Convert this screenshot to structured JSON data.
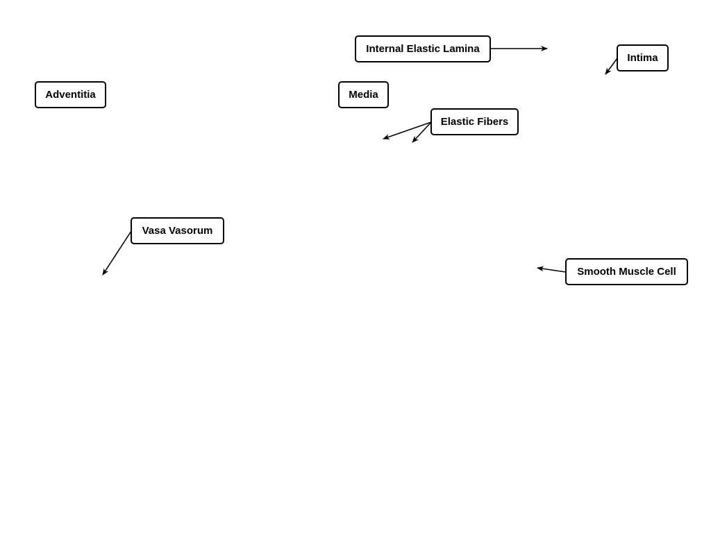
{
  "diagram": {
    "labels": {
      "adventitia": "Adventitia",
      "media": "Media",
      "internal_elastic_lamina": "Internal Elastic Lamina",
      "intima": "Intima",
      "elastic_fibers": "Elastic Fibers",
      "vasa_vasorum": "Vasa Vasorum",
      "smooth_muscle_cell": "Smooth Muscle Cell"
    },
    "colors": {
      "stroke": "#000000",
      "background": "#ffffff"
    }
  }
}
